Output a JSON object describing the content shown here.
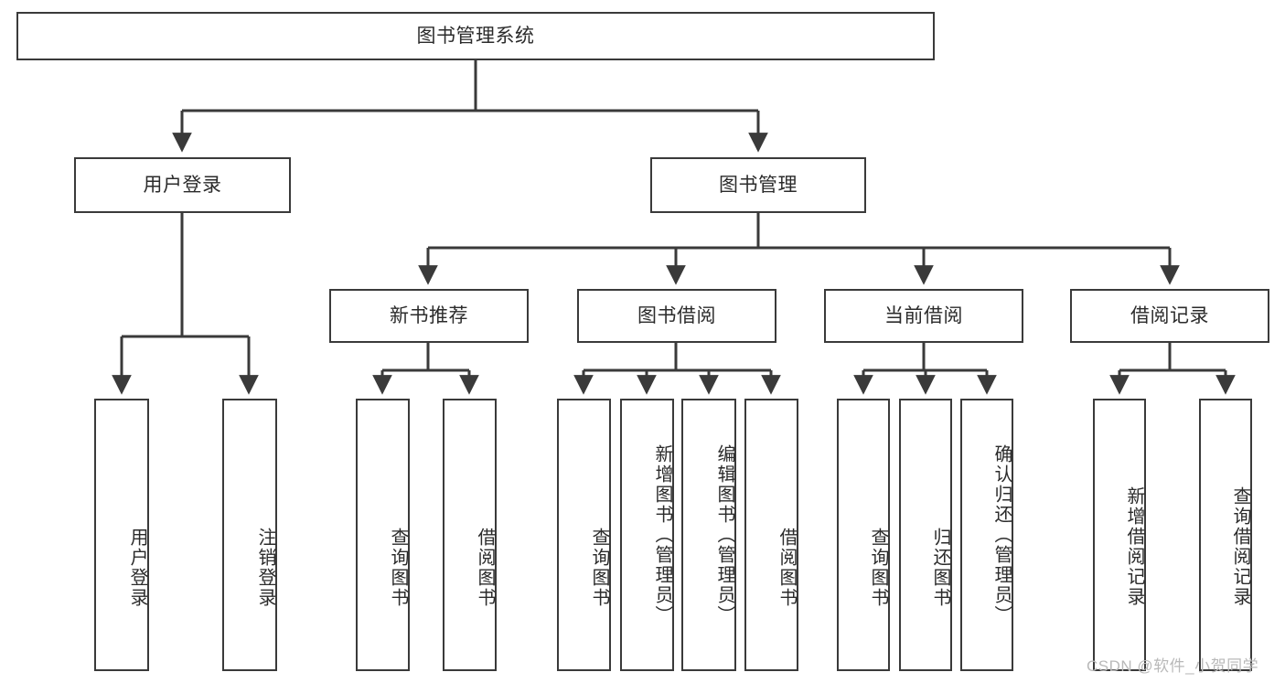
{
  "diagram": {
    "type": "tree",
    "title": "图书管理系统",
    "orientation": "top-down",
    "root": {
      "id": "root",
      "label": "图书管理系统"
    },
    "level1": [
      {
        "id": "user-login",
        "label": "用户登录"
      },
      {
        "id": "book-manage",
        "label": "图书管理"
      }
    ],
    "level2": [
      {
        "id": "new-book-recommend",
        "label": "新书推荐",
        "parent": "book-manage"
      },
      {
        "id": "book-borrow",
        "label": "图书借阅",
        "parent": "book-manage"
      },
      {
        "id": "current-borrow",
        "label": "当前借阅",
        "parent": "book-manage"
      },
      {
        "id": "borrow-record",
        "label": "借阅记录",
        "parent": "book-manage"
      }
    ],
    "leaves": [
      {
        "id": "leaf-user-login",
        "label": "用户登录",
        "parent": "user-login"
      },
      {
        "id": "leaf-user-logout",
        "label": "注销登录",
        "parent": "user-login"
      },
      {
        "id": "leaf-query-book-1",
        "label": "查询图书",
        "parent": "new-book-recommend"
      },
      {
        "id": "leaf-borrow-book-1",
        "label": "借阅图书",
        "parent": "new-book-recommend"
      },
      {
        "id": "leaf-query-book-2",
        "label": "查询图书",
        "parent": "book-borrow"
      },
      {
        "id": "leaf-add-book",
        "label": "新增图书（管理员）",
        "parent": "book-borrow"
      },
      {
        "id": "leaf-edit-book",
        "label": "编辑图书（管理员）",
        "parent": "book-borrow"
      },
      {
        "id": "leaf-borrow-book-2",
        "label": "借阅图书",
        "parent": "book-borrow"
      },
      {
        "id": "leaf-query-book-3",
        "label": "查询图书",
        "parent": "current-borrow"
      },
      {
        "id": "leaf-return-book",
        "label": "归还图书",
        "parent": "current-borrow"
      },
      {
        "id": "leaf-confirm-return",
        "label": "确认归还（管理员）",
        "parent": "current-borrow"
      },
      {
        "id": "leaf-add-record",
        "label": "新增借阅记录",
        "parent": "borrow-record"
      },
      {
        "id": "leaf-query-record",
        "label": "查询借阅记录",
        "parent": "borrow-record"
      }
    ],
    "watermark": "CSDN @软件_小贺同学",
    "colors": {
      "stroke": "#3a3a3a",
      "text": "#2b2b2b",
      "background": "#ffffff",
      "watermark": "#b9b9b9"
    }
  }
}
